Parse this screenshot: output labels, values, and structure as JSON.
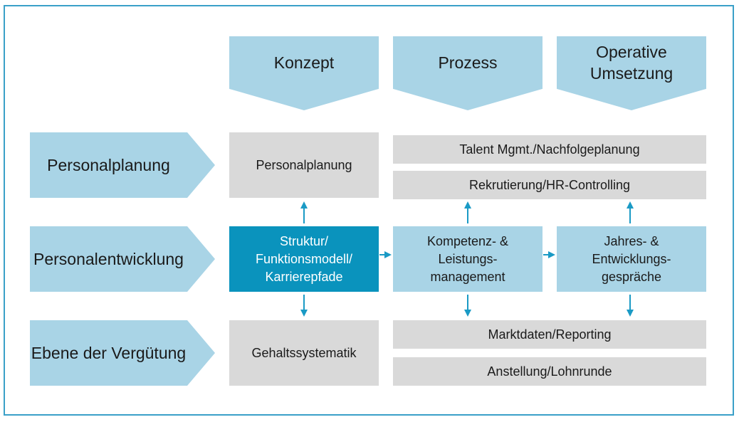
{
  "columns": {
    "konzept": "Konzept",
    "prozess": "Prozess",
    "operative": "Operative\nUmsetzung"
  },
  "rows": {
    "personalplanung": "Personalplanung",
    "personalentwicklung": "Personalentwicklung",
    "verguetung": "Ebene der Vergütung"
  },
  "boxes": {
    "personalplanung": "Personalplanung",
    "talent": "Talent Mgmt./Nachfolgeplanung",
    "rekrutierung": "Rekrutierung/HR-Controlling",
    "struktur": "Struktur/\nFunktionsmodell/\nKarrierepfade",
    "kompetenz": "Kompetenz- &\nLeistungs-\nmanagement",
    "jahres": "Jahres- &\nEntwicklungs-\ngespräche",
    "gehalt": "Gehaltssystematik",
    "marktdaten": "Marktdaten/Reporting",
    "anstellung": "Anstellung/Lohnrunde"
  },
  "colors": {
    "light_blue": "#a9d4e6",
    "gray": "#d9d9d9",
    "dark_blue": "#0a93bd",
    "arrow": "#1a9ac5",
    "frame": "#3aa0c8"
  }
}
